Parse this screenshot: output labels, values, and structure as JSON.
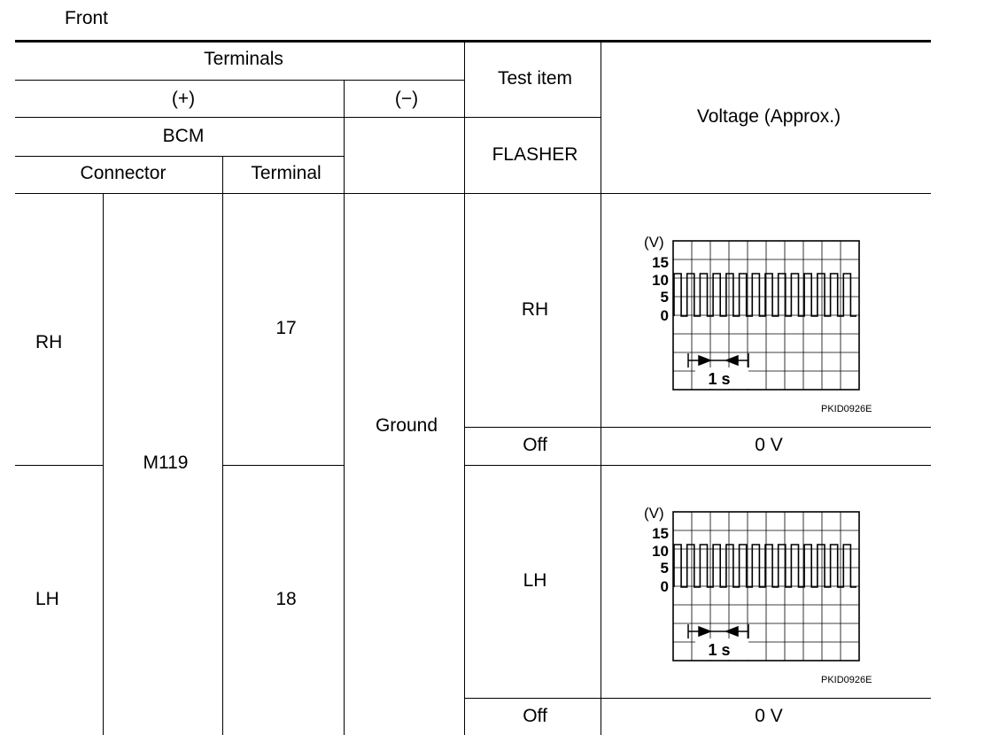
{
  "caption": "Front",
  "header": {
    "terminals": "Terminals",
    "plus": "(+)",
    "minus": "(−)",
    "bcm": "BCM",
    "connector": "Connector",
    "terminal": "Terminal",
    "test_item": "Test item",
    "flasher": "FLASHER",
    "voltage": "Voltage (Approx.)"
  },
  "connector": "M119",
  "ground": "Ground",
  "rows": [
    {
      "side": "RH",
      "terminal": "17",
      "on_item": "RH",
      "off_item": "Off",
      "off_voltage": "0 V"
    },
    {
      "side": "LH",
      "terminal": "18",
      "on_item": "LH",
      "off_item": "Off",
      "off_voltage": "0 V"
    }
  ],
  "waveform": {
    "unit": "(V)",
    "y_labels": [
      "15",
      "10",
      "5",
      "0"
    ],
    "time_label": "1 s",
    "figure_code": "PKID0926E",
    "ymax": 15,
    "high_level": 12,
    "low_level": 0,
    "pulses": 14
  }
}
